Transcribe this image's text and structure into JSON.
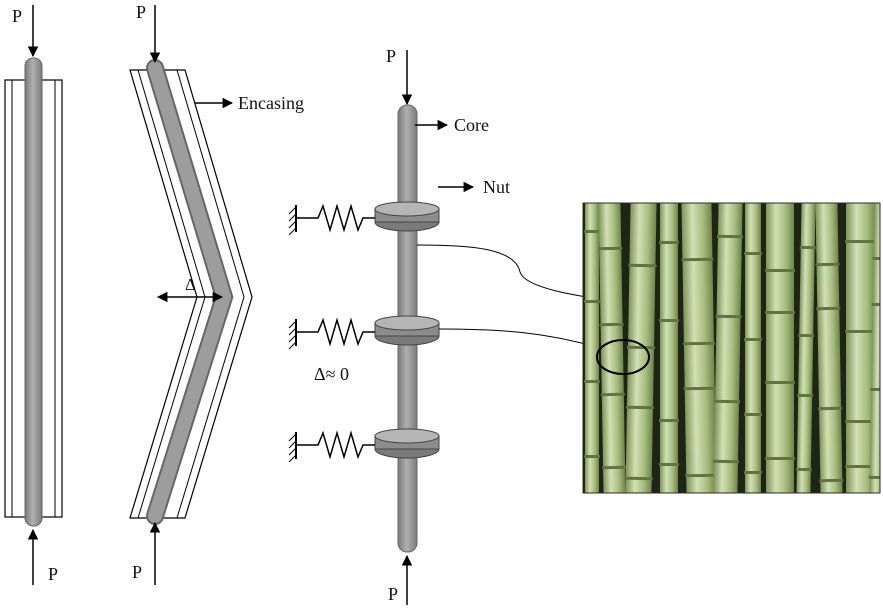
{
  "labels": {
    "load": "P",
    "encasing": "Encasing",
    "core": "Core",
    "nut": "Nut",
    "delta_small": "Δ",
    "delta_approx": "Δ≈ 0"
  },
  "colors": {
    "rod": "#9a9a9a",
    "rod_edge": "#555555",
    "nut": "#8c8c8c",
    "line": "#000000",
    "bamboo_bg": "#1e2416",
    "bamboo_light": "#c8d8a8",
    "bamboo_mid": "#a6bd7e",
    "bamboo_dark": "#7d9458"
  }
}
